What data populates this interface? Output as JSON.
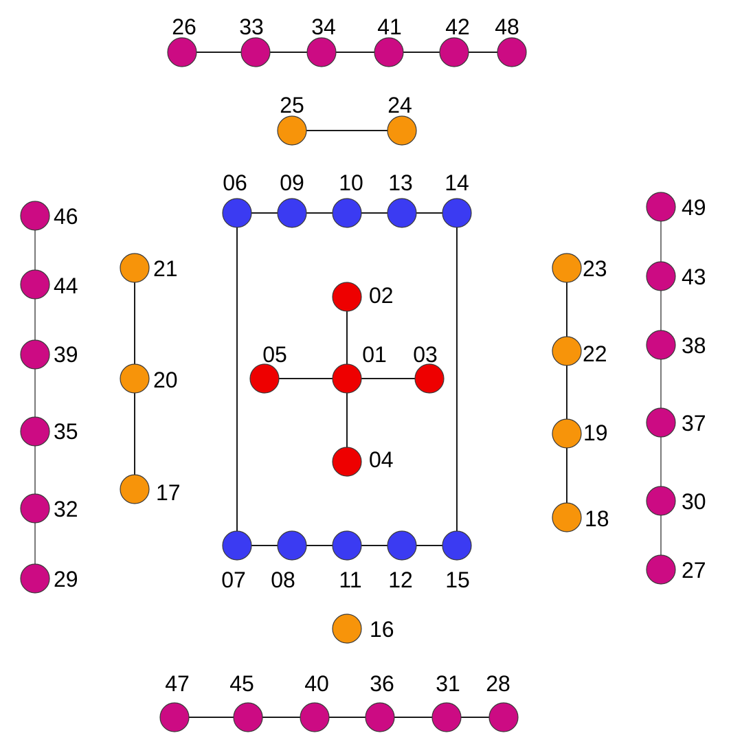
{
  "colors": {
    "red": "#ee0000",
    "blue": "#3b3bf2",
    "orange": "#f7940a",
    "magenta": "#cc0b83"
  },
  "nodes": [
    {
      "id": "01",
      "label": "01",
      "color": "red"
    },
    {
      "id": "02",
      "label": "02",
      "color": "red"
    },
    {
      "id": "03",
      "label": "03",
      "color": "red"
    },
    {
      "id": "04",
      "label": "04",
      "color": "red"
    },
    {
      "id": "05",
      "label": "05",
      "color": "red"
    },
    {
      "id": "06",
      "label": "06",
      "color": "blue"
    },
    {
      "id": "07",
      "label": "07",
      "color": "blue"
    },
    {
      "id": "08",
      "label": "08",
      "color": "blue"
    },
    {
      "id": "09",
      "label": "09",
      "color": "blue"
    },
    {
      "id": "10",
      "label": "10",
      "color": "blue"
    },
    {
      "id": "11",
      "label": "11",
      "color": "blue"
    },
    {
      "id": "12",
      "label": "12",
      "color": "blue"
    },
    {
      "id": "13",
      "label": "13",
      "color": "blue"
    },
    {
      "id": "14",
      "label": "14",
      "color": "blue"
    },
    {
      "id": "15",
      "label": "15",
      "color": "blue"
    },
    {
      "id": "16",
      "label": "16",
      "color": "orange"
    },
    {
      "id": "17",
      "label": "17",
      "color": "orange"
    },
    {
      "id": "18",
      "label": "18",
      "color": "orange"
    },
    {
      "id": "19",
      "label": "19",
      "color": "orange"
    },
    {
      "id": "20",
      "label": "20",
      "color": "orange"
    },
    {
      "id": "21",
      "label": "21",
      "color": "orange"
    },
    {
      "id": "22",
      "label": "22",
      "color": "orange"
    },
    {
      "id": "23",
      "label": "23",
      "color": "orange"
    },
    {
      "id": "24",
      "label": "24",
      "color": "orange"
    },
    {
      "id": "25",
      "label": "25",
      "color": "orange"
    },
    {
      "id": "26",
      "label": "26",
      "color": "magenta"
    },
    {
      "id": "27",
      "label": "27",
      "color": "magenta"
    },
    {
      "id": "28",
      "label": "28",
      "color": "magenta"
    },
    {
      "id": "29",
      "label": "29",
      "color": "magenta"
    },
    {
      "id": "30",
      "label": "30",
      "color": "magenta"
    },
    {
      "id": "31",
      "label": "31",
      "color": "magenta"
    },
    {
      "id": "32",
      "label": "32",
      "color": "magenta"
    },
    {
      "id": "33",
      "label": "33",
      "color": "magenta"
    },
    {
      "id": "34",
      "label": "34",
      "color": "magenta"
    },
    {
      "id": "35",
      "label": "35",
      "color": "magenta"
    },
    {
      "id": "36",
      "label": "36",
      "color": "magenta"
    },
    {
      "id": "37",
      "label": "37",
      "color": "magenta"
    },
    {
      "id": "38",
      "label": "38",
      "color": "magenta"
    },
    {
      "id": "39",
      "label": "39",
      "color": "magenta"
    },
    {
      "id": "40",
      "label": "40",
      "color": "magenta"
    },
    {
      "id": "41",
      "label": "41",
      "color": "magenta"
    },
    {
      "id": "42",
      "label": "42",
      "color": "magenta"
    },
    {
      "id": "43",
      "label": "43",
      "color": "magenta"
    },
    {
      "id": "44",
      "label": "44",
      "color": "magenta"
    },
    {
      "id": "45",
      "label": "45",
      "color": "magenta"
    },
    {
      "id": "46",
      "label": "46",
      "color": "magenta"
    },
    {
      "id": "47",
      "label": "47",
      "color": "magenta"
    },
    {
      "id": "48",
      "label": "48",
      "color": "magenta"
    },
    {
      "id": "49",
      "label": "49",
      "color": "magenta"
    }
  ],
  "edges": [
    [
      "01",
      "02"
    ],
    [
      "01",
      "03"
    ],
    [
      "01",
      "04"
    ],
    [
      "01",
      "05"
    ],
    [
      "06",
      "09"
    ],
    [
      "09",
      "10"
    ],
    [
      "10",
      "13"
    ],
    [
      "13",
      "14"
    ],
    [
      "07",
      "08"
    ],
    [
      "08",
      "11"
    ],
    [
      "11",
      "12"
    ],
    [
      "12",
      "15"
    ],
    [
      "06",
      "07"
    ],
    [
      "14",
      "15"
    ],
    [
      "24",
      "25"
    ],
    [
      "17",
      "20"
    ],
    [
      "20",
      "21"
    ],
    [
      "18",
      "19"
    ],
    [
      "19",
      "22"
    ],
    [
      "22",
      "23"
    ],
    [
      "26",
      "33"
    ],
    [
      "33",
      "34"
    ],
    [
      "34",
      "41"
    ],
    [
      "41",
      "42"
    ],
    [
      "42",
      "48"
    ],
    [
      "28",
      "31"
    ],
    [
      "31",
      "36"
    ],
    [
      "36",
      "40"
    ],
    [
      "40",
      "45"
    ],
    [
      "45",
      "47"
    ],
    [
      "29",
      "32"
    ],
    [
      "32",
      "35"
    ],
    [
      "35",
      "39"
    ],
    [
      "39",
      "44"
    ],
    [
      "44",
      "46"
    ],
    [
      "27",
      "30"
    ],
    [
      "30",
      "37"
    ],
    [
      "37",
      "38"
    ],
    [
      "38",
      "43"
    ],
    [
      "43",
      "49"
    ]
  ]
}
